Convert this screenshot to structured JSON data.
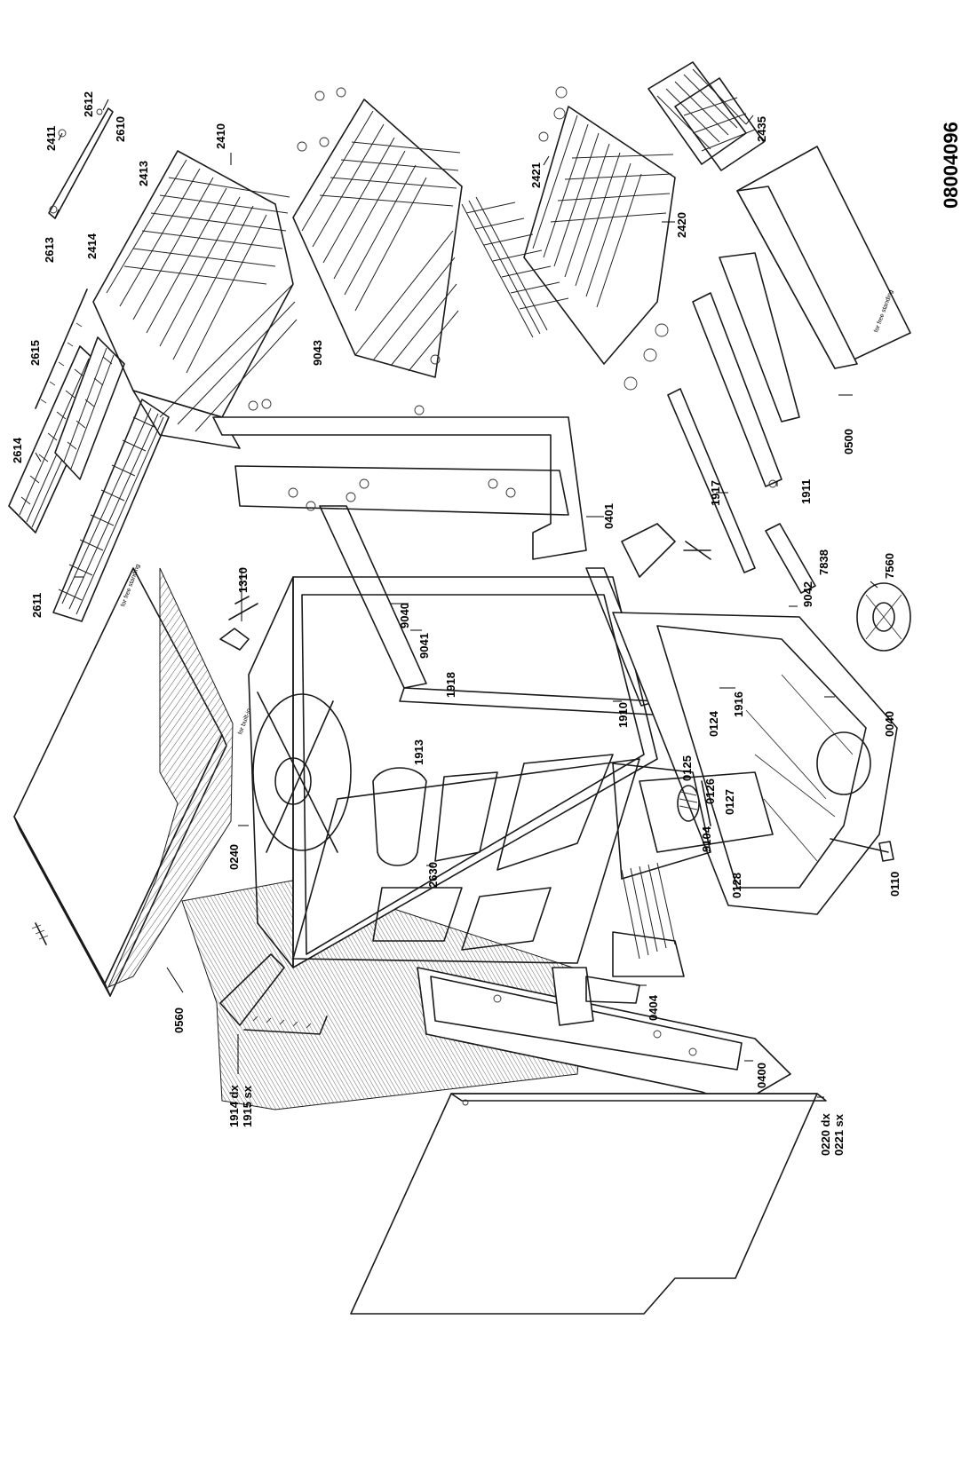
{
  "document_code": "08004096",
  "labels": {
    "l2411": "2411",
    "l2612": "2612",
    "l2610": "2610",
    "l2413": "2413",
    "l2410": "2410",
    "l2414": "2414",
    "l2613": "2613",
    "l2421": "2421",
    "l2435": "2435",
    "l2420": "2420",
    "l2615": "2615",
    "l9043": "9043",
    "l2614": "2614",
    "l2611": "2611",
    "l1310": "1310",
    "l0401": "0401",
    "l1917": "1917",
    "l1911": "1911",
    "l0500": "0500",
    "l7838": "7838",
    "l9040": "9040",
    "l9041": "9041",
    "l1918": "1918",
    "l1910": "1910",
    "l9042": "9042",
    "l7560": "7560",
    "l1916": "1916",
    "l0124": "0124",
    "l0040": "0040",
    "l1913": "1913",
    "l0125": "0125",
    "l0126": "0126",
    "l0127": "0127",
    "l9104": "9104",
    "l0128": "0128",
    "l0110": "0110",
    "l0240": "0240",
    "l2630": "2630",
    "l0560": "0560",
    "l0404": "0404",
    "l0400": "0400",
    "l1914": "1914 dx",
    "l1915": "1915 sx",
    "l0220": "0220 dx",
    "l0221": "0221 sx"
  },
  "notes": {
    "free_standing_top": "for free standing",
    "free_standing_panel": "for free standing",
    "built_in": "for built-in"
  }
}
